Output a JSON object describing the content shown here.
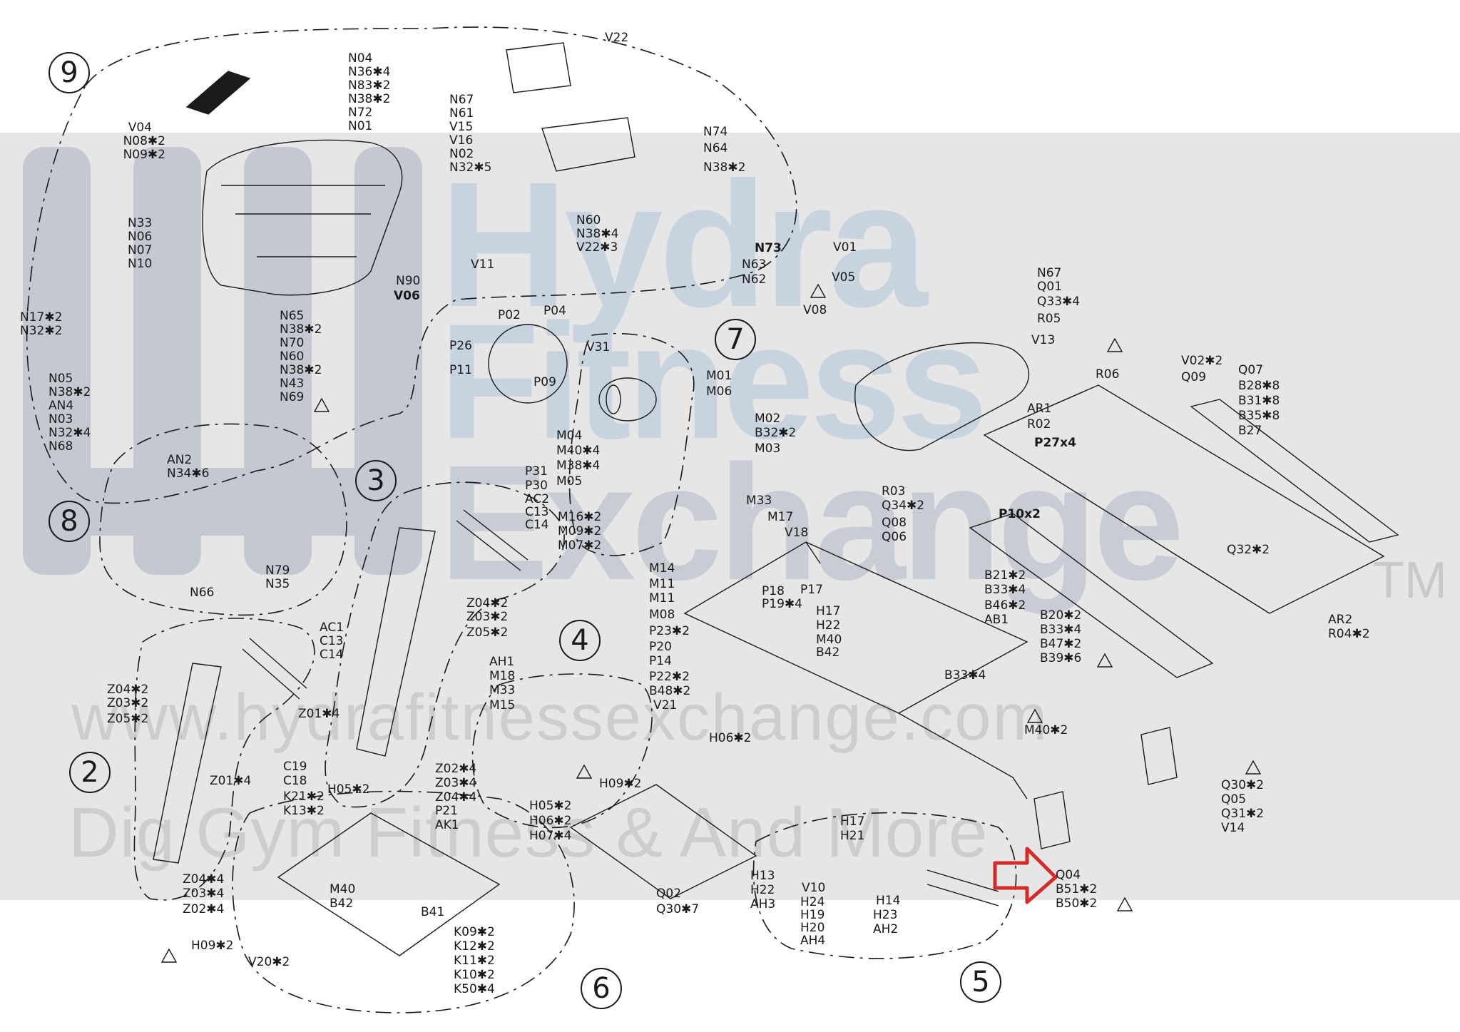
{
  "watermark": {
    "line1": "Hydra",
    "line2": "Fitness",
    "line3": "Exchange",
    "trademark": "TM",
    "url": "www.hydrafitnessexchange.com",
    "tagline": "Dig Gym Fitness & And More"
  },
  "colors": {
    "background": "#ffffff",
    "band": "#e6e6e6",
    "watermark_blue": "#c7d3df",
    "lines": "#1a1a1a",
    "highlight_arrow": "#d42a2a"
  },
  "sections": [
    "9",
    "8",
    "7",
    "3",
    "2",
    "4",
    "6",
    "5"
  ],
  "callouts": {
    "s9": [
      "N04",
      "N36✱4",
      "N83✱2",
      "N38✱2",
      "N72",
      "N01",
      "V04",
      "N08✱2",
      "N09✱2",
      "N33",
      "N06",
      "N07",
      "N10",
      "N17✱2",
      "N32✱2",
      "N05",
      "N38✱2",
      "AN4",
      "N03",
      "N32✱4",
      "N68",
      "N65",
      "N38✱2",
      "N70",
      "N60",
      "N38✱2",
      "N43",
      "N69",
      "N90",
      "V06",
      "V11"
    ],
    "s9_console": [
      "V22",
      "N67",
      "N61",
      "V15",
      "V16",
      "N02",
      "N32✱5",
      "N74",
      "N64",
      "N38✱2",
      "N60",
      "N38✱4",
      "V22✱3",
      "N73",
      "N63",
      "N62"
    ],
    "s8": [
      "AN2",
      "N34✱6",
      "N79",
      "N35",
      "N66"
    ],
    "p": [
      "P02",
      "P04",
      "P26",
      "P11",
      "P09",
      "V31"
    ],
    "s7": [
      "M01",
      "M06",
      "M04",
      "M40✱4",
      "M38✱4",
      "M05",
      "M16✱2",
      "M09✱2",
      "M07✱2"
    ],
    "s3": [
      "P31",
      "P30",
      "AC2",
      "C13",
      "C14",
      "Z04✱2",
      "Z03✱2",
      "Z05✱2",
      "Z01✱4",
      "C19",
      "C18",
      "H05✱2",
      "Z02✱4",
      "Z03✱4",
      "Z04✱4",
      "P21",
      "AK1"
    ],
    "s2": [
      "AC1",
      "C13",
      "C14",
      "Z04✱2",
      "Z03✱2",
      "Z05✱2",
      "Z01✱4",
      "K21✱2",
      "K13✱2",
      "Z04✱4",
      "Z03✱4",
      "Z02✱4",
      "H09✱2"
    ],
    "s4": [
      "AH1",
      "M18",
      "M33",
      "M15",
      "V21",
      "H09✱2",
      "H05✱2",
      "H06✱2",
      "H07✱4",
      "Q02",
      "Q30✱7"
    ],
    "s6": [
      "M40",
      "B42",
      "B41",
      "K09✱2",
      "K12✱2",
      "K11✱2",
      "K10✱2",
      "K50✱4",
      "V20✱2"
    ],
    "frame": [
      "M02",
      "B32✱2",
      "M03",
      "M33",
      "M17",
      "V18",
      "M14",
      "M11",
      "M11",
      "M08",
      "P18",
      "P19✱4",
      "P17",
      "P23✱2",
      "P20",
      "P14",
      "P22✱2",
      "B48✱2",
      "H17",
      "H22",
      "M40",
      "B42",
      "H06✱2",
      "B21✱2",
      "B33✱4",
      "B46✱2",
      "AB1",
      "B33✱4",
      "B20✱2",
      "B33✱4",
      "B47✱2",
      "B39✱6",
      "M40✱2"
    ],
    "deck": [
      "V01",
      "V05",
      "V08",
      "N67",
      "Q01",
      "Q33✱4",
      "R05",
      "V13",
      "R06",
      "Q09",
      "V02✱2",
      "Q07",
      "B28✱8",
      "B31✱8",
      "B35✱8",
      "B27",
      "AR1",
      "R02",
      "P27x4",
      "R03",
      "Q34✱2",
      "P10x2",
      "Q08",
      "Q06",
      "Q32✱2",
      "AR2",
      "R04✱2",
      "Q30✱2",
      "Q05",
      "Q31✱2",
      "V14"
    ],
    "s5": [
      "H17",
      "H21",
      "H13",
      "H22",
      "AH3",
      "V10",
      "H24",
      "H19",
      "H20",
      "AH4",
      "H14",
      "H23",
      "AH2",
      "Q04",
      "B51✱2",
      "B50✱2"
    ]
  }
}
